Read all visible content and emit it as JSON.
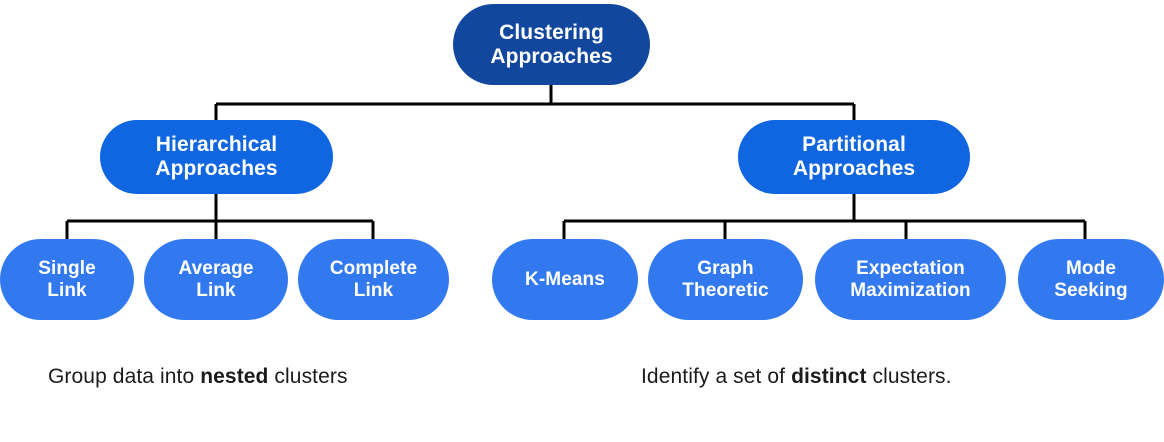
{
  "diagram": {
    "type": "tree",
    "title": "Clustering Approaches",
    "colors": {
      "root_fill": "#12479e",
      "level2_fill": "#1066e0",
      "leaf_fill": "#3279f0",
      "connector": "#000000",
      "node_text": "#ffffff",
      "caption_text": "#1b1b1b",
      "background": "#ffffff"
    },
    "root": {
      "label": "Clustering\nApproaches",
      "line1": "Clustering",
      "line2": "Approaches"
    },
    "branches": [
      {
        "id": "hierarchical",
        "label": "Hierarchical\nApproaches",
        "line1": "Hierarchical",
        "line2": "Approaches",
        "caption": {
          "before": "Group data into ",
          "bold": "nested",
          "after": " clusters"
        },
        "children": [
          {
            "id": "single-link",
            "label": "Single\nLink",
            "line1": "Single",
            "line2": "Link"
          },
          {
            "id": "average-link",
            "label": "Average\nLink",
            "line1": "Average",
            "line2": "Link"
          },
          {
            "id": "complete-link",
            "label": "Complete\nLink",
            "line1": "Complete",
            "line2": "Link"
          }
        ]
      },
      {
        "id": "partitional",
        "label": "Partitional\nApproaches",
        "line1": "Partitional",
        "line2": "Approaches",
        "caption": {
          "before": "Identify a set of ",
          "bold": "distinct",
          "after": " clusters."
        },
        "children": [
          {
            "id": "k-means",
            "label": "K-Means",
            "line1": "K-Means",
            "line2": ""
          },
          {
            "id": "graph-theoretic",
            "label": "Graph\nTheoretic",
            "line1": "Graph",
            "line2": "Theoretic"
          },
          {
            "id": "expectation-maximization",
            "label": "Expectation\nMaximization",
            "line1": "Expectation",
            "line2": "Maximization"
          },
          {
            "id": "mode-seeking",
            "label": "Mode\nSeeking",
            "line1": "Mode",
            "line2": "Seeking"
          }
        ]
      }
    ]
  }
}
